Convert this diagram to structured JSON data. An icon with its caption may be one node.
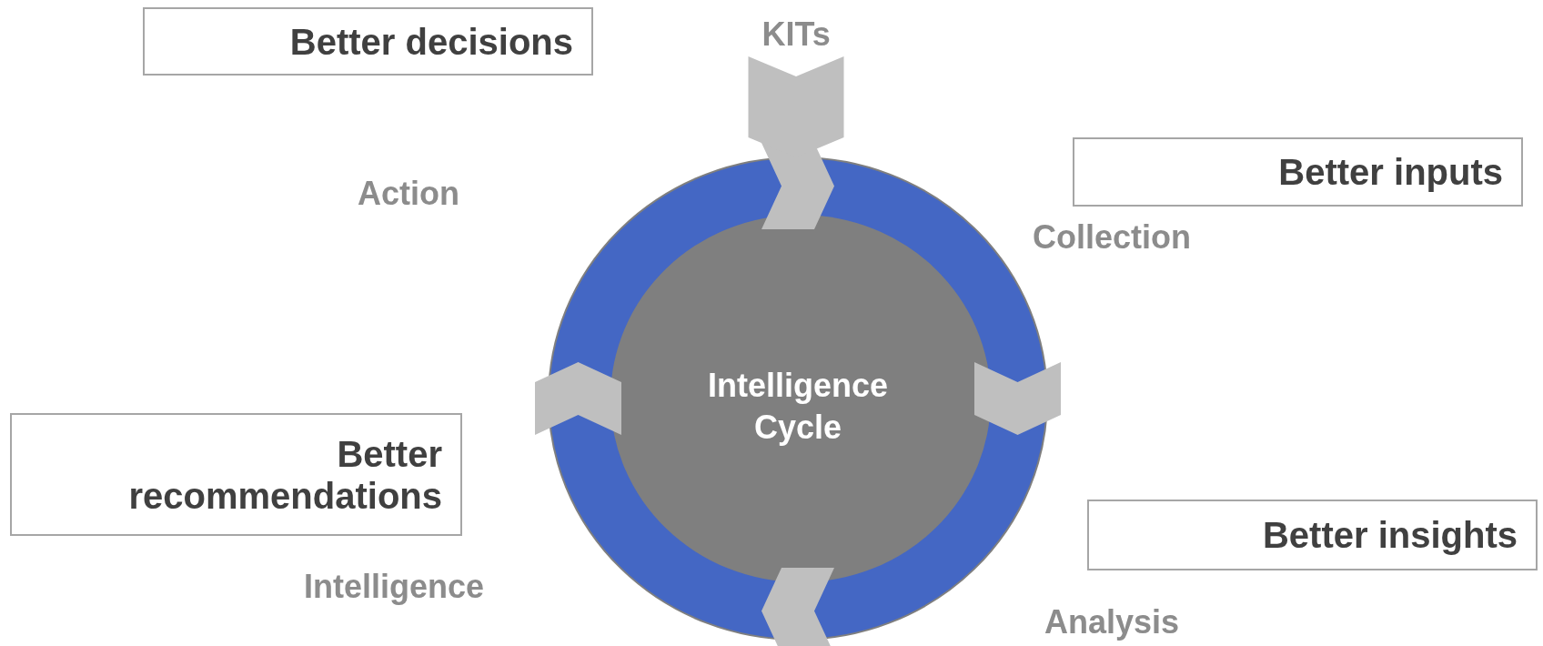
{
  "diagram": {
    "nodes": [
      {
        "text": [
          "Better decisions"
        ]
      },
      {
        "text": [
          "KITs"
        ]
      },
      {
        "text": [
          "Better inputs"
        ]
      },
      {
        "text": [
          "Intelligence Cycle"
        ]
      },
      {
        "text": [
          "Better recommendations"
        ]
      },
      {
        "text": [
          "Better insights"
        ]
      }
    ],
    "edges": [
      {
        "from": 1,
        "to": 3,
        "arrow": "to"
      }
    ],
    "labels": [
      "Action",
      "Collection",
      "Intelligence",
      "Analysis"
    ]
  }
}
